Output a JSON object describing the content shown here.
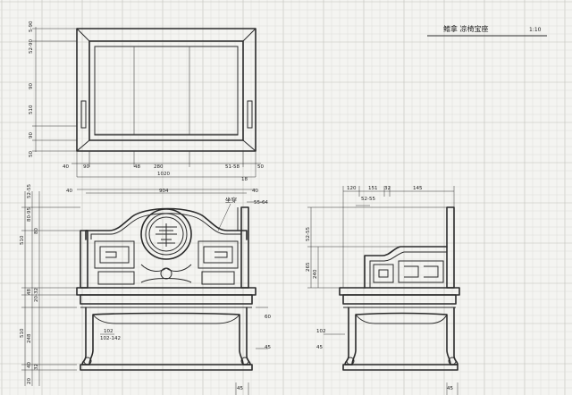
{
  "title_block": {
    "name": "鳍拿 凉椅宝座",
    "scale": "1:10"
  },
  "callouts": {
    "seat_label": "坐穿"
  },
  "dimensions": {
    "top_view_left": [
      "5-90",
      "52-90",
      "90",
      "510",
      "90",
      "50"
    ],
    "top_view_bottom": [
      "40",
      "90",
      "48",
      "280",
      "51-58",
      "50"
    ],
    "overall_width_top": "1020",
    "front_width": "904",
    "front_left_margin": "40",
    "front_right_margin": "40",
    "right_small_18": "18",
    "right_small_55": "55-64",
    "front_left": [
      "52-55",
      "80-95",
      "510",
      "80",
      "48",
      "20-32",
      "510",
      "248",
      "40",
      "32",
      "20"
    ],
    "front_right": [
      "60",
      "45",
      "45"
    ],
    "front_bottom_labels": [
      "102",
      "102-142"
    ],
    "side_top": [
      "120",
      "151",
      "32",
      "145"
    ],
    "side_small": [
      "52-55"
    ],
    "side_left": [
      "52-55",
      "265",
      "240",
      "102",
      "45"
    ],
    "side_bottom": [
      "45"
    ],
    "foot_label": "45"
  }
}
